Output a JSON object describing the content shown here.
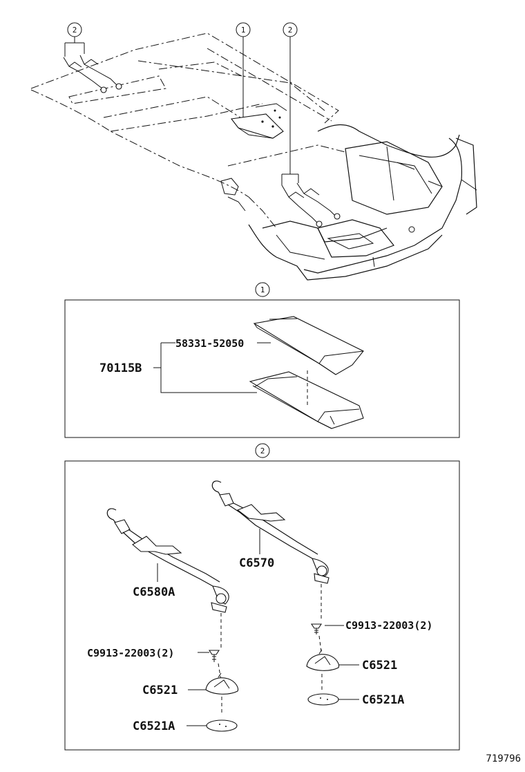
{
  "overview": {
    "callout_1": "1",
    "callout_2_left": "2",
    "callout_2_right": "2"
  },
  "section_1": {
    "callout": "1",
    "assembly_label": "70115B",
    "part_label": "58331-52050"
  },
  "section_2": {
    "callout": "2",
    "labels": {
      "strap_right": "C6570",
      "strap_left": "C6580A",
      "screw_right": "C9913-22003(2)",
      "screw_left": "C9913-22003(2)",
      "cap_right": "C6521",
      "cap_left": "C6521",
      "base_right": "C6521A",
      "base_left": "C6521A"
    }
  },
  "figure_number": "719796"
}
